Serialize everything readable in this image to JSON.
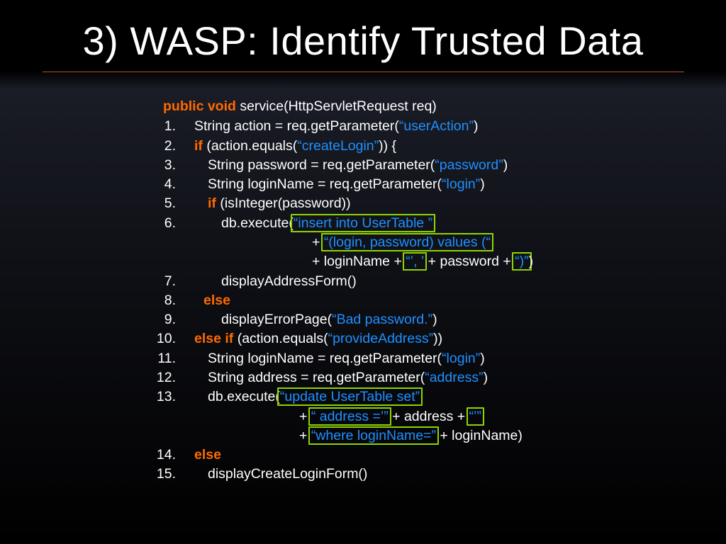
{
  "title": "3) WASP: Identify Trusted Data",
  "code": {
    "header": {
      "kw": "public void",
      "rest": " service(HttpServletRequest req)"
    },
    "l1": {
      "num": "1.",
      "a": "String action = req.getParameter(",
      "s": "“userAction”",
      "b": ")"
    },
    "l2": {
      "num": "2.",
      "kw": "if",
      "a": " (action.equals(",
      "s": "“createLogin”",
      "b": ")) {"
    },
    "l3": {
      "num": "3.",
      "a": "String password = req.getParameter(",
      "s": "“password”",
      "b": ")"
    },
    "l4": {
      "num": "4.",
      "a": "String loginName = req.getParameter(",
      "s": "“login”",
      "b": ")"
    },
    "l5": {
      "num": "5.",
      "kw": "if",
      "a": " (isInteger(password))"
    },
    "l6": {
      "num": "6.",
      "a": "db.execute(",
      "s": "“insert into UserTable ”"
    },
    "l6b": {
      "a": "+ ",
      "s": "“(login, password) values (“"
    },
    "l6c": {
      "a": "+ loginName + ",
      "s1": "“’, ’",
      "b": " + password + ",
      "s2": "“)”",
      "c": ")"
    },
    "l7": {
      "num": "7.",
      "a": "displayAddressForm()"
    },
    "l8": {
      "num": "8.",
      "kw": "else"
    },
    "l9": {
      "num": "9.",
      "a": "displayErrorPage(",
      "s": "“Bad password.”",
      "b": ")"
    },
    "l10": {
      "num": "10.",
      "kw": "else if",
      "a": " (action.equals(",
      "s": "“provideAddress”",
      "b": "))"
    },
    "l11": {
      "num": "11.",
      "a": "String loginName = req.getParameter(",
      "s": "“login”",
      "b": ")"
    },
    "l12": {
      "num": "12.",
      "a": "String address = req.getParameter(",
      "s": "“address”",
      "b": ")"
    },
    "l13": {
      "num": "13.",
      "a": "db.execute(",
      "s": "“update UserTable set”"
    },
    "l13b": {
      "a": "+ ",
      "s1": "“ address =’”",
      "b": " + address + ",
      "s2": "“’”"
    },
    "l13c": {
      "a": "+ ",
      "s": "“where loginName=”",
      "b": " + loginName)"
    },
    "l14": {
      "num": "14.",
      "kw": "else"
    },
    "l15": {
      "num": "15.",
      "a": "displayCreateLoginForm()"
    }
  }
}
